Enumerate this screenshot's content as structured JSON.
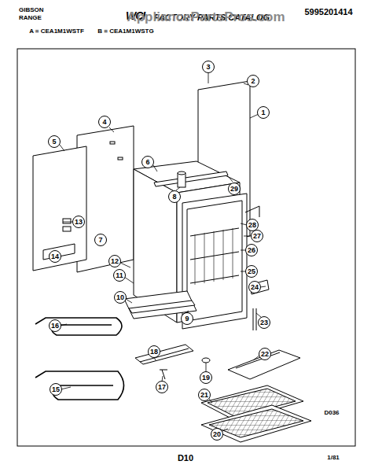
{
  "diagram": {
    "title": "FACTORY PARTS CATALOG",
    "labels": [
      "GIBSON",
      "RANGE",
      "WCI",
      "5995201414",
      "AppliancePartsPros.com",
      "A = CEA1M1WSTF",
      "B = CEA1M1WSTG",
      "1",
      "2",
      "3",
      "4",
      "5",
      "6",
      "7",
      "8",
      "9",
      "10",
      "11",
      "12",
      "13",
      "14",
      "15",
      "16",
      "17",
      "18",
      "19",
      "20",
      "21",
      "22",
      "23",
      "24",
      "25",
      "26",
      "27",
      "28",
      "29",
      "D036",
      "D10",
      "1/81"
    ]
  }
}
